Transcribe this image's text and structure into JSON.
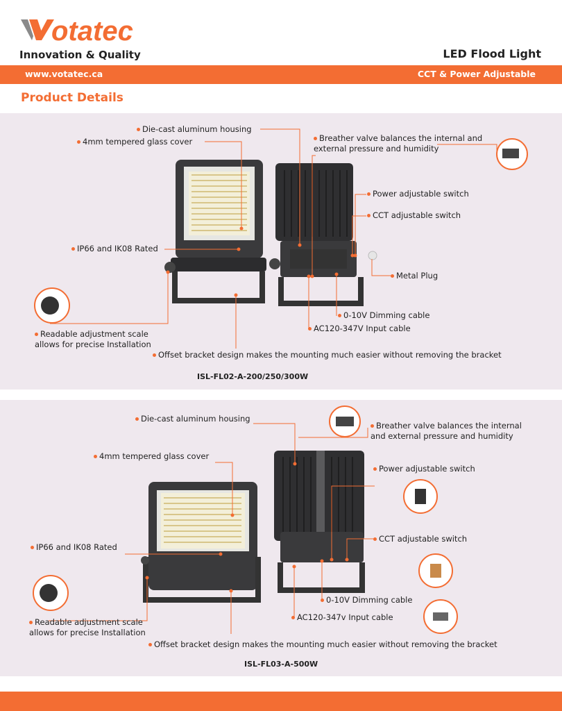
{
  "brand": {
    "logo_text": "Votatec",
    "tagline": "Innovation & Quality",
    "website": "www.votatec.ca",
    "accent_color": "#f36d33"
  },
  "header": {
    "title": "LED Flood Light",
    "subtitle": "CCT & Power Adjustable"
  },
  "section": {
    "title": "Product Details"
  },
  "product1": {
    "model": "ISL-FL02-A-200/250/300W",
    "labels": {
      "housing": "Die-cast aluminum housing",
      "glass": "4mm tempered glass cover",
      "breather": "Breather valve balances the internal and external pressure and humidity",
      "power": "Power adjustable switch",
      "cct": "CCT adjustable switch",
      "ip": "IP66 and IK08 Rated",
      "plug": "Metal Plug",
      "dimming": "0-10V Dimming cable",
      "input": "AC120-347V Input cable",
      "scale": "Readable adjustment scale allows for precise Installation",
      "bracket": "Offset bracket design makes the mounting much easier without removing the bracket"
    }
  },
  "product2": {
    "model": "ISL-FL03-A-500W",
    "labels": {
      "housing": "Die-cast aluminum housing",
      "breather": "Breather valve balances the internal and external pressure and humidity",
      "glass": "4mm tempered glass cover",
      "power": "Power adjustable switch",
      "cct": "CCT adjustable switch",
      "ip": "IP66 and IK08 Rated",
      "dimming": "0-10V Dimming cable",
      "input": "AC120-347v Input cable",
      "scale": "Readable adjustment scale allows for precise Installation",
      "bracket": "Offset bracket design makes the mounting much easier without removing the bracket"
    }
  }
}
